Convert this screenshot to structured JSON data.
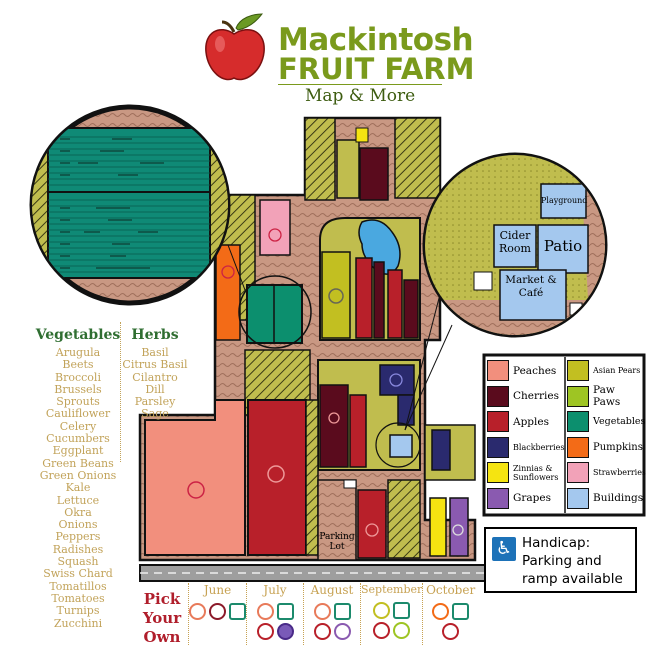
{
  "header": {
    "name": "Mackintosh",
    "farm": "FRUIT FARM",
    "subtitle": "Map & More"
  },
  "vegetables": {
    "heading": "Vegetables",
    "items": [
      "Arugula",
      "Beets",
      "Broccoli",
      "Brussels Sprouts",
      "Cauliflower",
      "Celery",
      "Cucumbers",
      "Eggplant",
      "Green Beans",
      "Green Onions",
      "Kale",
      "Lettuce",
      "Okra",
      "Onions",
      "Peppers",
      "Radishes",
      "Squash",
      "Swiss Chard",
      "Tomatillos",
      "Tomatoes",
      "Turnips",
      "Zucchini"
    ]
  },
  "herbs": {
    "heading": "Herbs",
    "items": [
      "Basil",
      "Citrus Basil",
      "Cilantro",
      "Dill",
      "Parsley",
      "Sage"
    ]
  },
  "legend": {
    "items": [
      {
        "label": "Peaches",
        "color": "#f28f7d",
        "icon": "peach-icon"
      },
      {
        "label": "Asian Pears",
        "color": "#c2bf21",
        "icon": "pear-icon"
      },
      {
        "label": "Cherries",
        "color": "#5a0b1d",
        "icon": "cherry-icon"
      },
      {
        "label": "Paw Paws",
        "color": "#9ec523",
        "icon": "pawpaw-icon"
      },
      {
        "label": "Apples",
        "color": "#b8202a",
        "icon": "apple-icon"
      },
      {
        "label": "Vegetables",
        "color": "#0c8f6e",
        "icon": "vegetable-icon"
      },
      {
        "label": "Blackberries",
        "color": "#2a2a6e",
        "icon": "blackberry-icon"
      },
      {
        "label": "Pumpkins",
        "color": "#f36b17",
        "icon": "pumpkin-icon"
      },
      {
        "label": "Zinnias & Sunflowers",
        "color": "#f5e411",
        "icon": "sunflower-icon"
      },
      {
        "label": "Strawberries",
        "color": "#f2a2b8",
        "icon": "strawberry-icon"
      },
      {
        "label": "Grapes",
        "color": "#8a5ab0",
        "icon": "grape-icon"
      },
      {
        "label": "Buildings",
        "color": "#a4c8ee",
        "icon": "building-icon"
      }
    ]
  },
  "detail": {
    "cider_room": "Cider Room",
    "patio": "Patio",
    "market": "Market & Café",
    "playground": "Playground"
  },
  "parking_label": "Parking Lot",
  "handicap": {
    "line1": "Handicap:",
    "line2": "Parking and",
    "line3": "ramp available",
    "icon": "wheelchair-icon"
  },
  "pick_your_own": {
    "label": "Pick Your Own",
    "months": [
      {
        "name": "June",
        "icons": [
          "peach-icon",
          "cherry-icon",
          "vegetable-icon"
        ]
      },
      {
        "name": "July",
        "icons": [
          "peach-icon",
          "vegetable-icon",
          "apple-icon",
          "blackberry-icon"
        ]
      },
      {
        "name": "August",
        "icons": [
          "peach-icon",
          "vegetable-icon",
          "apple-icon",
          "grape-icon"
        ]
      },
      {
        "name": "September",
        "icons": [
          "pear-icon",
          "vegetable-icon",
          "apple-icon",
          "pawpaw-icon"
        ]
      },
      {
        "name": "October",
        "icons": [
          "pumpkin-icon",
          "vegetable-icon",
          "apple-icon"
        ]
      }
    ]
  },
  "colors": {
    "grass": "#bdbd48",
    "road": "#c89781",
    "outline": "#111111",
    "water": "#4aa8e0",
    "title": "#7a9a1c"
  }
}
